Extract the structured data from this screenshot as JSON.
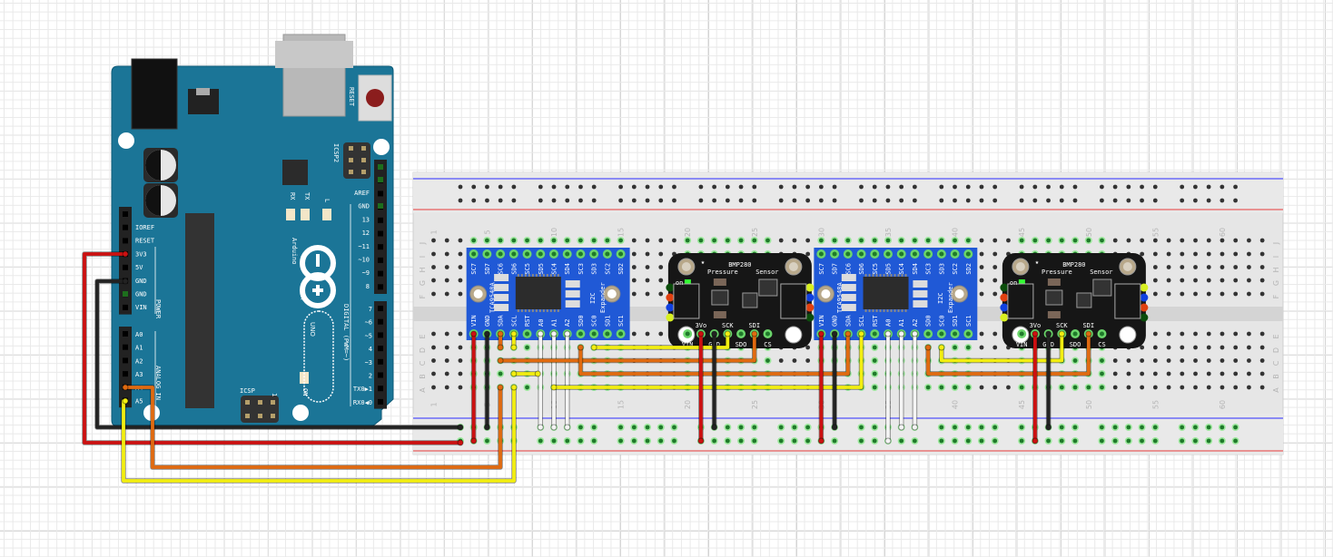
{
  "colors": {
    "arduino": "#1b7597",
    "tca_board": "#2059d6",
    "bmp_board": "#161616",
    "breadboard": "#e6e6e6",
    "rail_blue": "#2a2aff",
    "rail_red": "#e83a3a",
    "wire_red": "#cc1111",
    "wire_black": "#222222",
    "wire_orange": "#e06a10",
    "wire_yellow": "#f2ee10",
    "wire_white": "#f4f4f4"
  },
  "arduino": {
    "brand": "Arduino",
    "trademark": "TM",
    "model": "UNO",
    "reset": "RESET",
    "icsp2": "ICSP2",
    "icsp": "ICSP",
    "icsp_pin1": "1",
    "rx": "RX",
    "tx": "TX",
    "led_l": "L",
    "on": "ON",
    "power_group": "POWER",
    "analog_group": "ANALOG IN",
    "digital_group": "DIGITAL (PWM=~)",
    "power_pins": [
      "IOREF",
      "RESET",
      "3V3",
      "5V",
      "GND",
      "GND",
      "VIN"
    ],
    "analog_pins": [
      "A0",
      "A1",
      "A2",
      "A3",
      "A4",
      "A5"
    ],
    "digital_high": [
      "AREF",
      "GND",
      "13",
      "12",
      "~11",
      "~10",
      "~9",
      "8"
    ],
    "digital_low": [
      "7",
      "~6",
      "~5",
      "4",
      "~3",
      "2",
      "TX0▶1",
      "RX0◀0"
    ]
  },
  "breadboard": {
    "rows_top": [
      "J",
      "I",
      "H",
      "G",
      "F"
    ],
    "rows_bottom": [
      "E",
      "D",
      "C",
      "B",
      "A"
    ],
    "column_numbers": [
      "1",
      "5",
      "10",
      "15",
      "20",
      "25",
      "30",
      "35",
      "40",
      "45",
      "50",
      "55",
      "60"
    ]
  },
  "tca": {
    "name": "TCA9548A",
    "subtitle1": "I2C",
    "subtitle2": "Expander",
    "top_pins": [
      "SC7",
      "SD7",
      "SC6",
      "SD6",
      "SC5",
      "SD5",
      "SC4",
      "SD4",
      "SC3",
      "SD3",
      "SC2",
      "SD2"
    ],
    "bottom_pins": [
      "VIN",
      "GND",
      "SDA",
      "SCL",
      "RST",
      "A0",
      "A1",
      "A2",
      "SD0",
      "SC0",
      "SD1",
      "SC1"
    ]
  },
  "bmp": {
    "name": "BMP280",
    "line2a": "Pressure",
    "line2b": "Sensor",
    "on": "on",
    "pins": [
      "VIN",
      "3Vo",
      "GND",
      "SCK",
      "SDO",
      "SDI",
      "CS"
    ]
  }
}
